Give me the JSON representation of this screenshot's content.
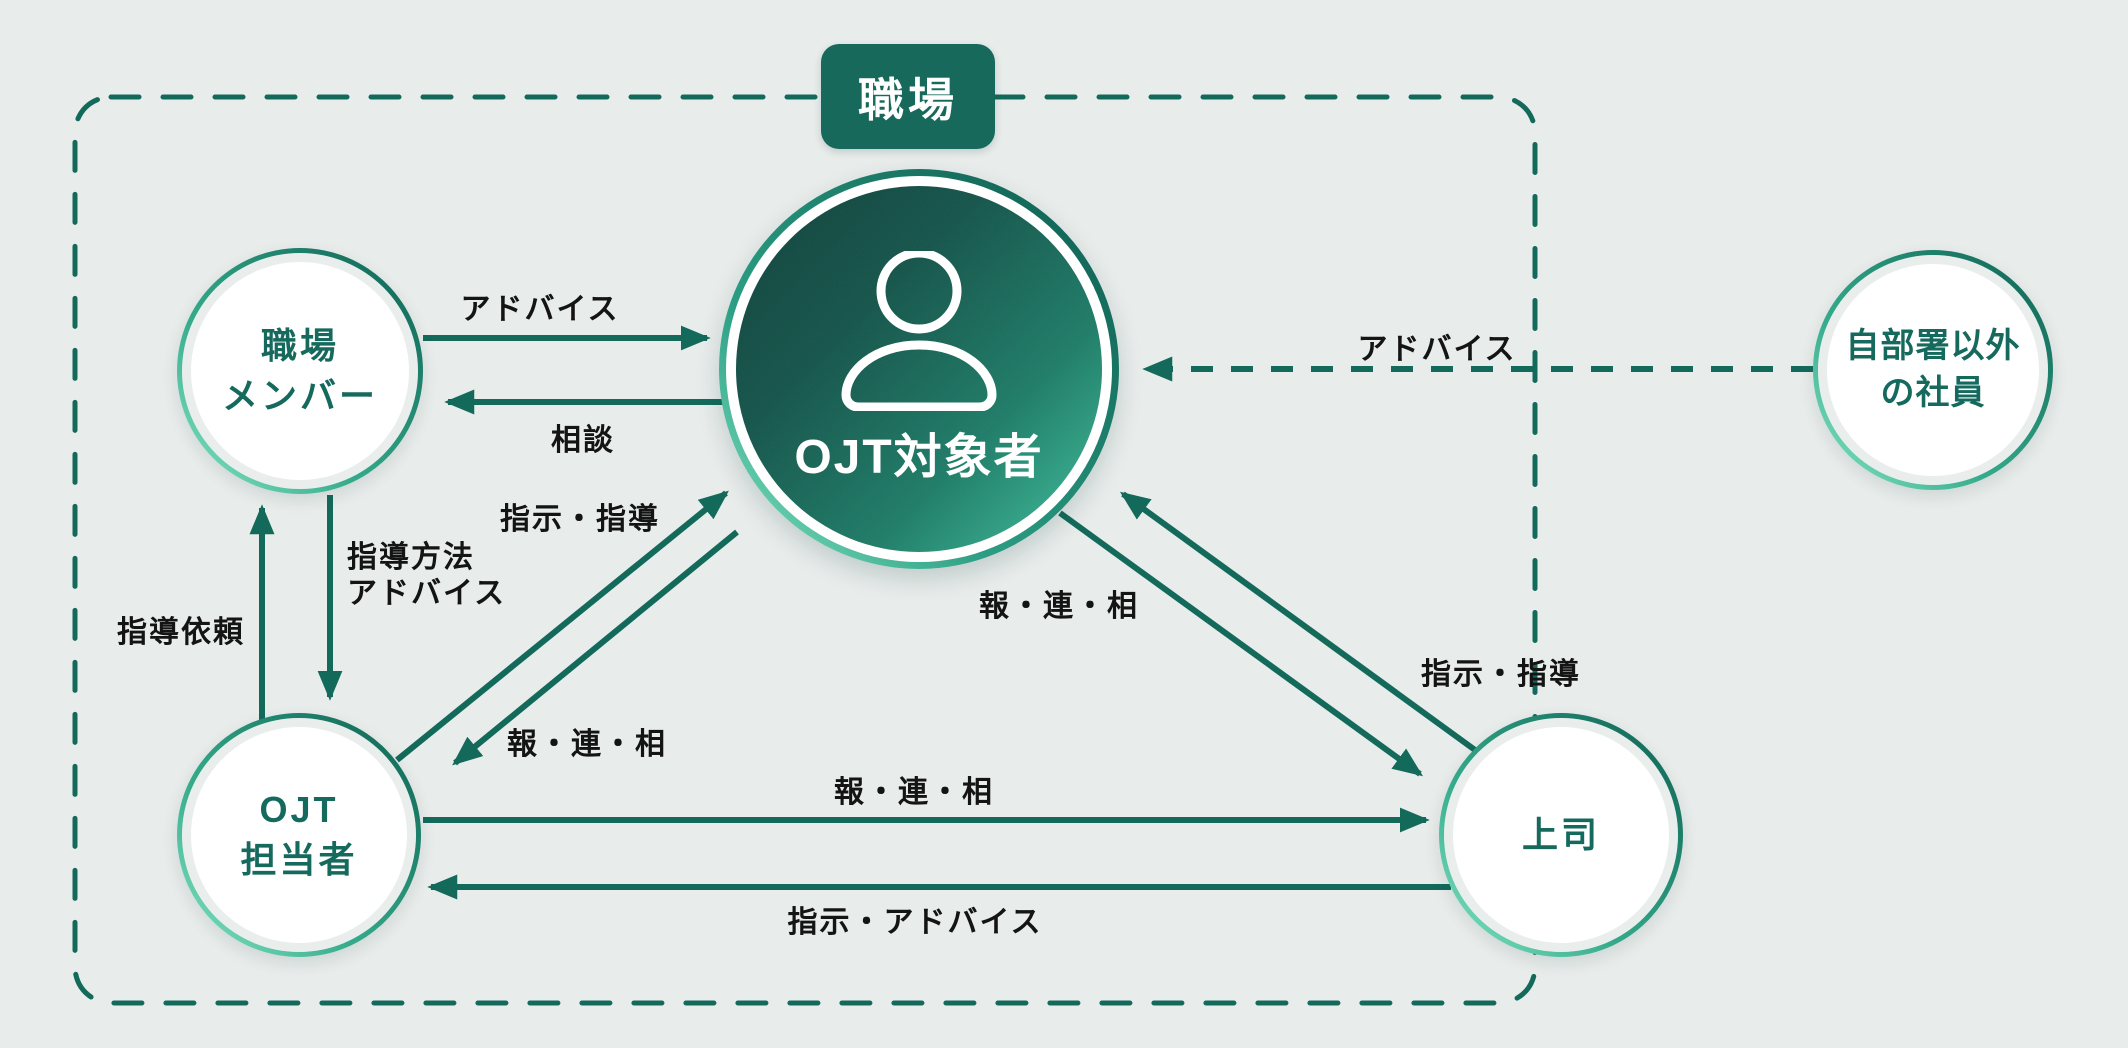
{
  "diagram": {
    "area_label": "職場",
    "nodes": {
      "target": {
        "label": "OJT対象者"
      },
      "member": {
        "label_line1": "職場",
        "label_line2": "メンバー"
      },
      "mentor": {
        "label_line1": "OJT",
        "label_line2": "担当者"
      },
      "boss": {
        "label": "上司"
      },
      "outside": {
        "label_line1": "自部署以外",
        "label_line2": "の社員"
      }
    },
    "edges": [
      {
        "from": "member",
        "to": "target",
        "label": "アドバイス",
        "style": "solid"
      },
      {
        "from": "target",
        "to": "member",
        "label": "相談",
        "style": "solid"
      },
      {
        "from": "mentor",
        "to": "member",
        "label": "指導依頼",
        "style": "solid"
      },
      {
        "from": "member",
        "to": "mentor",
        "label": "指導方法アドバイス",
        "label_line1": "指導方法",
        "label_line2": "アドバイス",
        "style": "solid"
      },
      {
        "from": "mentor",
        "to": "target",
        "label": "指示・指導",
        "style": "solid"
      },
      {
        "from": "target",
        "to": "mentor",
        "label": "報・連・相",
        "style": "solid"
      },
      {
        "from": "target",
        "to": "boss",
        "label": "報・連・相",
        "style": "solid"
      },
      {
        "from": "boss",
        "to": "target",
        "label": "指示・指導",
        "style": "solid"
      },
      {
        "from": "mentor",
        "to": "boss",
        "label": "報・連・相",
        "style": "solid"
      },
      {
        "from": "boss",
        "to": "mentor",
        "label": "指示・アドバイス",
        "style": "solid"
      },
      {
        "from": "outside",
        "to": "target",
        "label": "アドバイス",
        "style": "dashed"
      }
    ],
    "colors": {
      "background": "#e8eceb",
      "teal": "#136a5b",
      "title_bg": "#17695c",
      "node_text": "#15695d",
      "label_text": "#141414",
      "mint": "#8ae9c6"
    }
  }
}
